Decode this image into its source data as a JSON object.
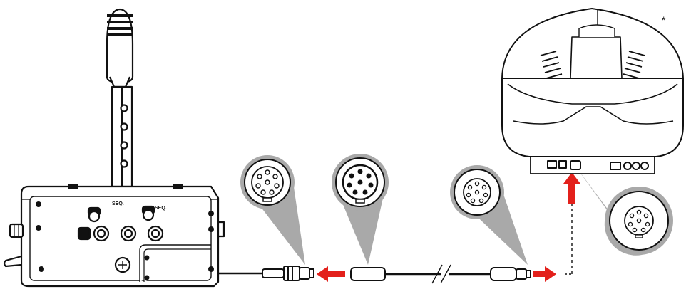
{
  "labels": {
    "seq_left": "SEQ.",
    "seq_right": "SEQ.",
    "asterisk": "*"
  },
  "colors": {
    "arrow": "#e3201b",
    "callout": "#a9a9a9",
    "stroke": "#111111"
  },
  "icons": [
    "shifter-device",
    "steering-wheel-base",
    "din-connector-icon",
    "arrow-left-icon",
    "arrow-right-icon",
    "arrow-up-icon"
  ]
}
